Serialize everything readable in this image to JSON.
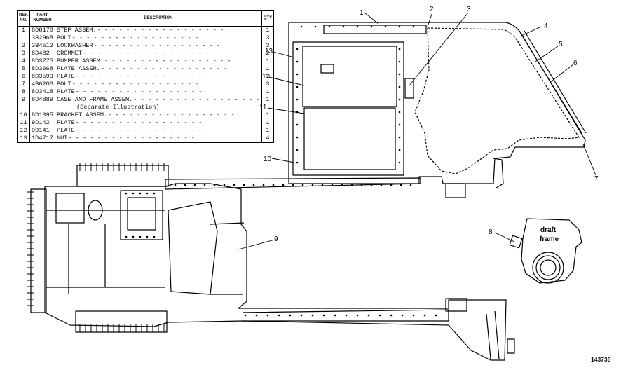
{
  "table": {
    "headers": {
      "ref": "REF. NO.",
      "part": "PART NUMBER",
      "desc": "DESCRIPTION",
      "qty": "QTY"
    },
    "rows": [
      {
        "ref": "1",
        "part": "8D8178",
        "desc": "STEP ASSEM.",
        "qty": "1"
      },
      {
        "ref": "",
        "part": "3B2968",
        "desc": "BOLT",
        "qty": "3"
      },
      {
        "ref": "2",
        "part": "3B4512",
        "desc": "LOCKWASHER",
        "qty": "3"
      },
      {
        "ref": "3",
        "part": "8D482",
        "desc": "GROMMET",
        "qty": "2"
      },
      {
        "ref": "4",
        "part": "8D3775",
        "desc": "BUMPER ASSEM.",
        "qty": "1"
      },
      {
        "ref": "5",
        "part": "8D3668",
        "desc": "PLATE ASSEM.",
        "qty": "1"
      },
      {
        "ref": "6",
        "part": "8D3593",
        "desc": "PLATE",
        "qty": "1"
      },
      {
        "ref": "7",
        "part": "4B6208",
        "desc": "BOLT",
        "qty": "3"
      },
      {
        "ref": "8",
        "part": "8D3418",
        "desc": "PLATE",
        "qty": "1"
      },
      {
        "ref": "9",
        "part": "8D4889",
        "desc": "CASE AND FRAME ASSEM.",
        "note": "(Separate Illustration)",
        "qty": "1"
      },
      {
        "ref": "10",
        "part": "8D1395",
        "desc": "BRACKET ASSEM.",
        "qty": "1"
      },
      {
        "ref": "11",
        "part": "9D142",
        "desc": "PLATE",
        "qty": "1"
      },
      {
        "ref": "12",
        "part": "9D141",
        "desc": "PLATE",
        "qty": "1"
      },
      {
        "ref": "13",
        "part": "1D4717",
        "desc": "NUT",
        "qty": "4"
      }
    ]
  },
  "callouts": [
    "1",
    "2",
    "3",
    "4",
    "5",
    "6",
    "7",
    "8",
    "9",
    "10",
    "11",
    "12",
    "13"
  ],
  "inset_label": {
    "line1": "draft",
    "line2": "frame"
  },
  "figure_id": "143736"
}
